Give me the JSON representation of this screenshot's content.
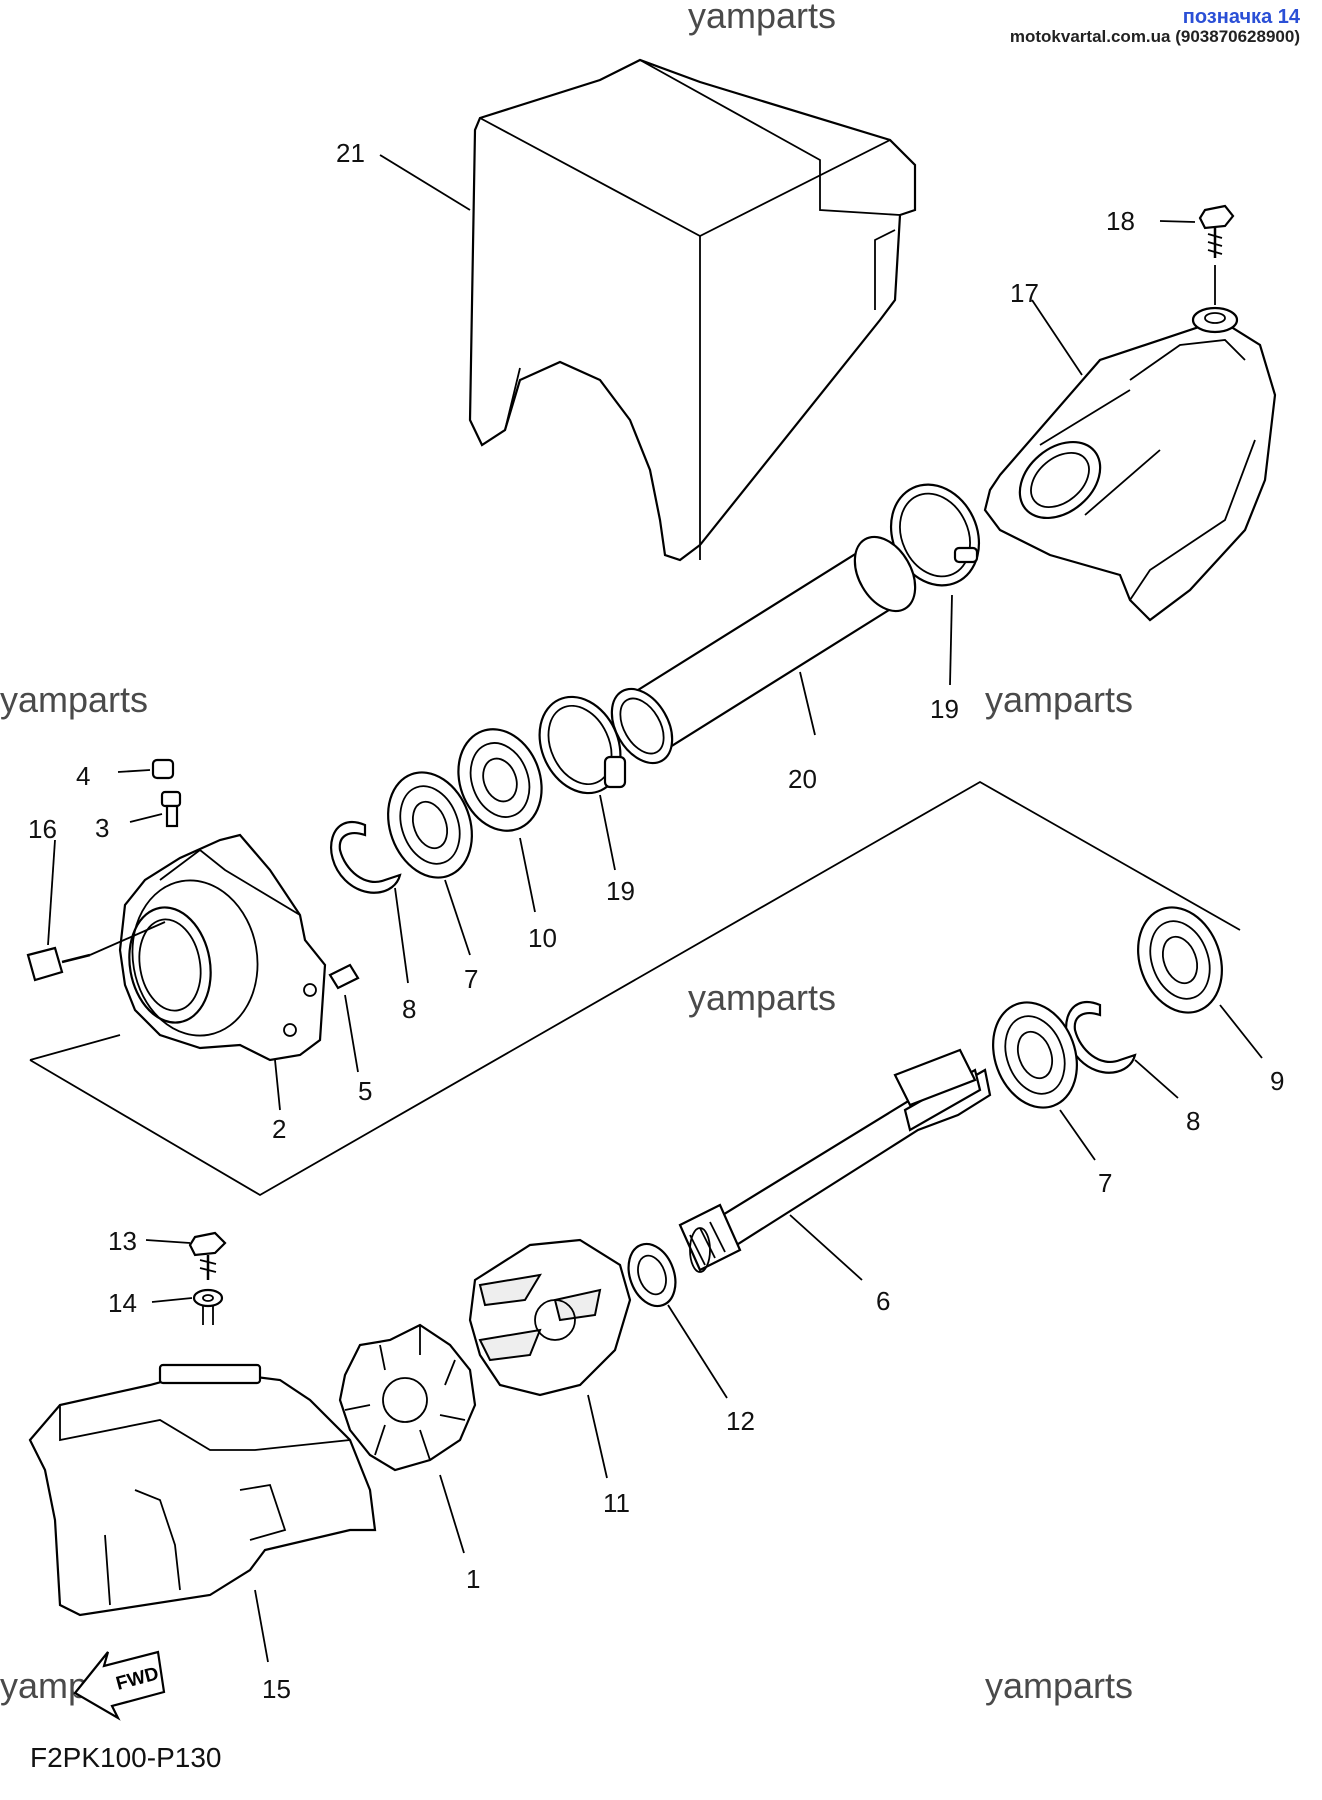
{
  "header": {
    "mark": "позначка 14",
    "site": "motokvartal.com.ua (903870628900)"
  },
  "diagram_code": "F2PK100-P130",
  "fwd_label": "FWD",
  "watermarks": [
    "yamparts",
    "yamparts",
    "yamparts",
    "yamparts",
    "yamparts",
    "yamparts"
  ],
  "callouts": [
    "21",
    "18",
    "17",
    "19",
    "19",
    "20",
    "4",
    "3",
    "16",
    "8",
    "7",
    "10",
    "5",
    "2",
    "9",
    "8",
    "7",
    "6",
    "13",
    "14",
    "12",
    "11",
    "1",
    "15"
  ]
}
